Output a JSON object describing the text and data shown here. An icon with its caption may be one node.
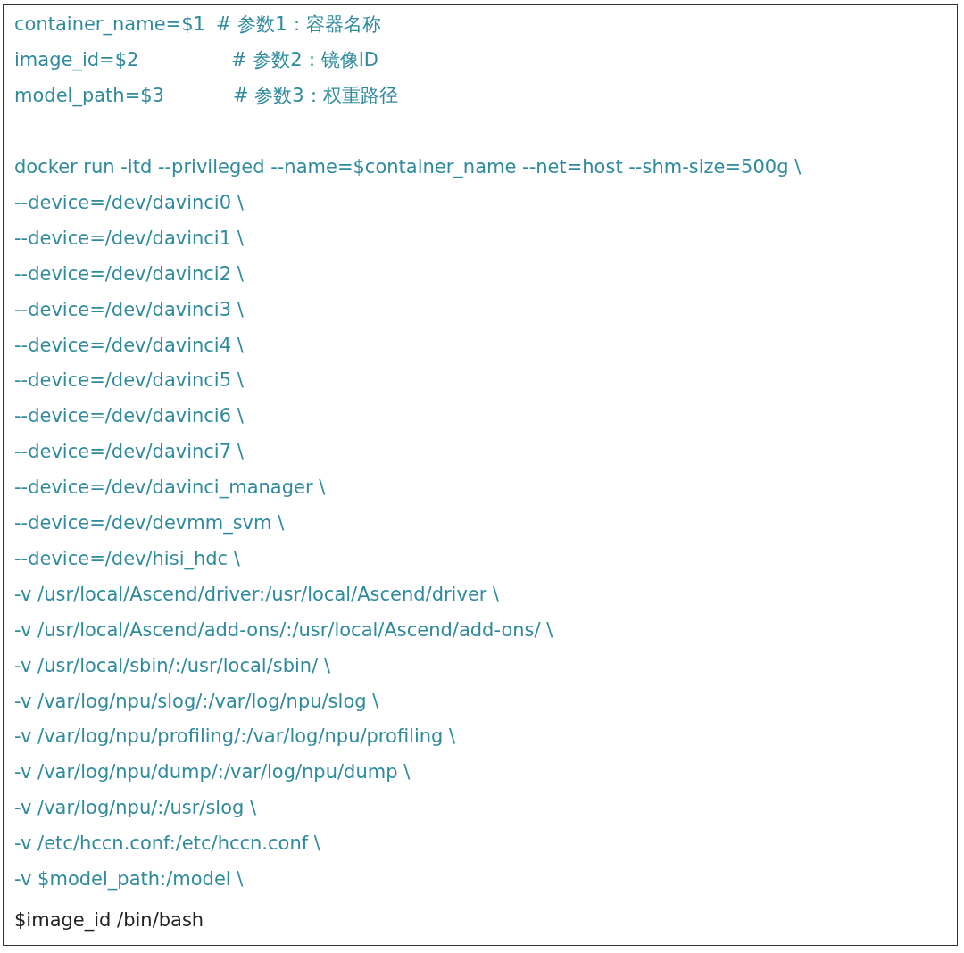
{
  "diagram": {
    "nodes": [
      {
        "text": [
          "container_name=$1",
          "# 参数1：容器名称",
          "image_id=$2",
          "# 参数2：镜像ID",
          "model_path=$3",
          "# 参数3：权重路径",
          "docker run -itd --privileged --name=$container_name --net=host --shm-size=500g \\",
          "--device=/dev/davinci0 \\",
          "--device=/dev/davinci1 \\",
          "--device=/dev/davinci2 \\",
          "--device=/dev/davinci3 \\",
          "--device=/dev/davinci4 \\",
          "--device=/dev/davinci5 \\",
          "--device=/dev/davinci6 \\",
          "--device=/dev/davinci7 \\",
          "--device=/dev/davinci_manager \\",
          "--device=/dev/devmm_svm \\",
          "--device=/dev/hisi_hdc \\",
          "-v /usr/local/Ascend/driver:/usr/local/Ascend/driver \\",
          "-v /usr/local/Ascend/add-ons/:/usr/local/Ascend/add-ons/ \\",
          "-v /usr/local/sbin/:/usr/local/sbin/ \\",
          "-v /var/log/npu/slog/:/var/log/npu/slog \\",
          "-v /var/log/npu/profiling/:/var/log/npu/profiling \\",
          "-v /var/log/npu/dump/:/var/log/npu/dump \\",
          "-v /var/log/npu/:/usr/slog \\",
          "-v /etc/hccn.conf:/etc/hccn.conf \\",
          "-v $model_path:/model \\",
          "$image_id /bin/bash"
        ]
      }
    ]
  }
}
